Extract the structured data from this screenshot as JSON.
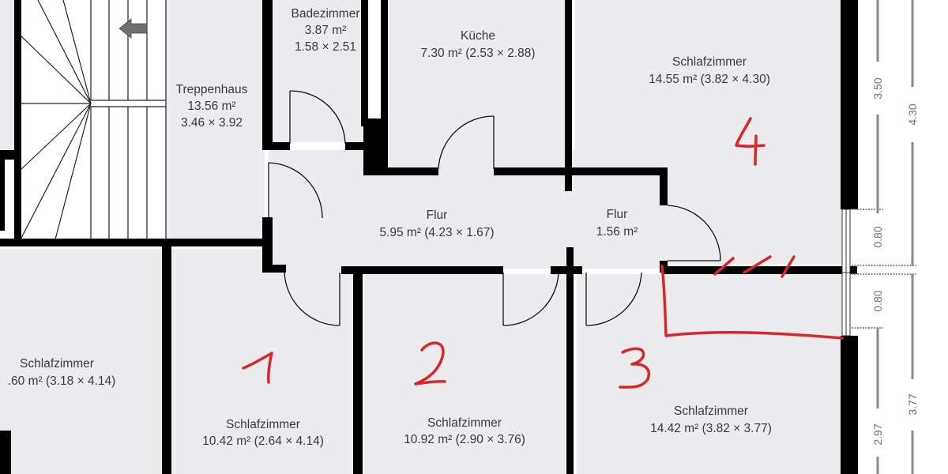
{
  "rooms": {
    "treppenhaus": {
      "name": "Treppenhaus",
      "area": "13.56 m²",
      "dims": "3.46 × 3.92"
    },
    "badezimmer": {
      "name": "Badezimmer",
      "area": "3.87 m²",
      "dims": "1.58 × 2.51"
    },
    "kueche": {
      "name": "Küche",
      "line2": "7.30 m² (2.53 × 2.88)"
    },
    "schlafzimmer_4": {
      "name": "Schlafzimmer",
      "line2": "14.55 m² (3.82 × 4.30)"
    },
    "flur_main": {
      "name": "Flur",
      "line2": "5.95 m² (4.23 × 1.67)"
    },
    "flur_small": {
      "name": "Flur",
      "line2": "1.56 m²"
    },
    "schlafzimmer_left": {
      "name": "Schlafzimmer",
      "line2": ".60 m² (3.18 × 4.14)"
    },
    "schlafzimmer_1": {
      "name": "Schlafzimmer",
      "line2": "10.42 m² (2.64 × 4.14)"
    },
    "schlafzimmer_2": {
      "name": "Schlafzimmer",
      "line2": "10.92 m² (2.90 × 3.76)"
    },
    "schlafzimmer_3": {
      "name": "Schlafzimmer",
      "line2": "14.42 m² (3.82 × 3.77)"
    }
  },
  "dimensions": {
    "inner": [
      "3.50",
      "0.80",
      "0.80",
      "2.97"
    ],
    "outer": [
      "4.30",
      "3.77"
    ]
  },
  "annotations": {
    "room_numbers": [
      "1",
      "2",
      "3",
      "4"
    ],
    "color": "#d8262b"
  },
  "colors": {
    "floor": "#ececef",
    "wall": "#000000",
    "label": "#3a3a3a",
    "dimension": "#8a8a8a"
  }
}
